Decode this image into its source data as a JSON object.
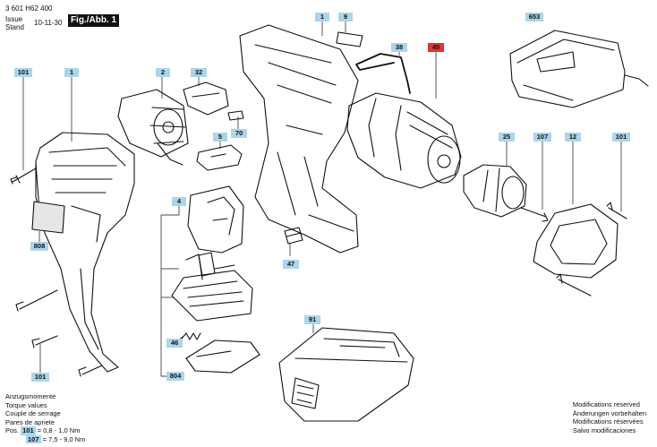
{
  "header": {
    "doc_number": "3 601 H62 400",
    "issue_label": "Issue",
    "stand_label": "Stand",
    "date": "10-11-30",
    "fig_label": "Fig./Abb. 1"
  },
  "callouts": {
    "c101a": "101",
    "c1a": "1",
    "c2": "2",
    "c32": "32",
    "c70": "70",
    "c5": "5",
    "c4": "4",
    "c808": "808",
    "c1b": "1",
    "c9": "9",
    "c38": "38",
    "c45": "45",
    "c653": "653",
    "c25": "25",
    "c107": "107",
    "c12": "12",
    "c101b": "101",
    "c47": "47",
    "c46": "46",
    "c804": "804",
    "c91": "91",
    "c101c": "101"
  },
  "torque": {
    "lines": [
      "Anzugsmomente",
      "Torque values",
      "Couple de serrage",
      "Pares de apriete"
    ],
    "pos_label": "Pos.",
    "row1_pos": "101",
    "row1_value": "= 0,8 - 1,0 Nm",
    "row2_pos": "107",
    "row2_value": "= 7,5 - 9,0 Nm"
  },
  "modifications": [
    "Modifications reserved",
    "Änderungen vorbehalten",
    "Modifications réservées",
    "Salvo modificaciones"
  ],
  "colors": {
    "callout_blue": "#a9d6ea",
    "callout_red": "#e3342f",
    "ink": "#111111"
  }
}
